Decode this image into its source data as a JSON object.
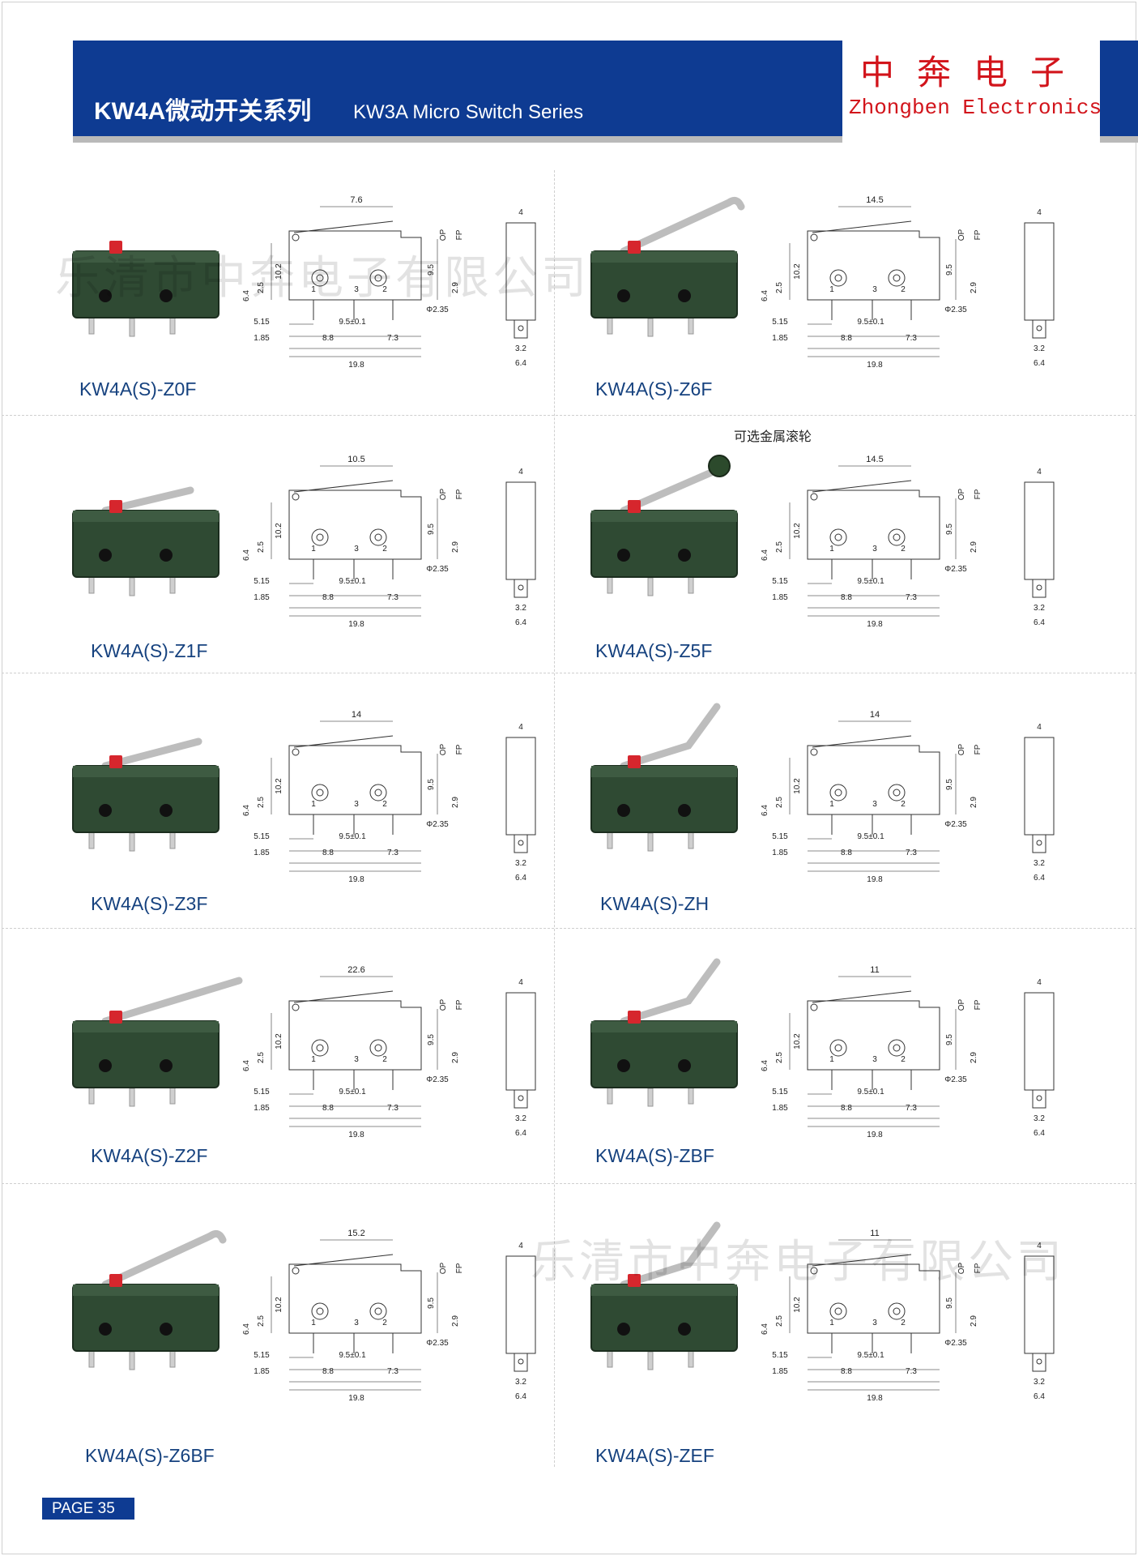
{
  "header": {
    "title_cn": "KW4A微动开关系列",
    "title_en": "KW3A Micro Switch Series",
    "brand_cn": "中奔电子",
    "brand_en": "Zhongben Electronics"
  },
  "watermark": {
    "text": "乐清市中奔电子有限公司"
  },
  "note": {
    "optional_roller": "可选金属滚轮"
  },
  "products": [
    {
      "model": "KW4A(S)-Z0F",
      "lever": "none",
      "dim_top": "7.6"
    },
    {
      "model": "KW4A(S)-Z6F",
      "lever": "hook",
      "dim_top": "14.5"
    },
    {
      "model": "KW4A(S)-Z1F",
      "lever": "short",
      "dim_top": "10.5"
    },
    {
      "model": "KW4A(S)-Z5F",
      "lever": "roller",
      "dim_top": "14.5"
    },
    {
      "model": "KW4A(S)-Z3F",
      "lever": "medium",
      "dim_top": "14"
    },
    {
      "model": "KW4A(S)-ZH",
      "lever": "bent",
      "dim_top": "14"
    },
    {
      "model": "KW4A(S)-Z2F",
      "lever": "long",
      "dim_top": "22.6"
    },
    {
      "model": "KW4A(S)-ZBF",
      "lever": "bent",
      "dim_top": "11"
    },
    {
      "model": "KW4A(S)-Z6BF",
      "lever": "hook",
      "dim_top": "15.2"
    },
    {
      "model": "KW4A(S)-ZEF",
      "lever": "bent",
      "dim_top": "11"
    }
  ],
  "dim_labels": {
    "d1": "5.15",
    "d2": "1.85",
    "d3": "9.5±0.1",
    "d4": "8.8",
    "d5": "7.3",
    "d6": "19.8",
    "d7": "Φ2.35",
    "d8": "10.2",
    "d9": "2.5",
    "d10": "6.4",
    "d11": "9.5",
    "d12": "2.9",
    "op": "OP",
    "fp": "FP",
    "side_w": "4",
    "side_b1": "3.2",
    "side_b2": "6.4",
    "p1": "1",
    "p2": "2",
    "p3": "3"
  },
  "footer": {
    "page": "PAGE 35"
  }
}
